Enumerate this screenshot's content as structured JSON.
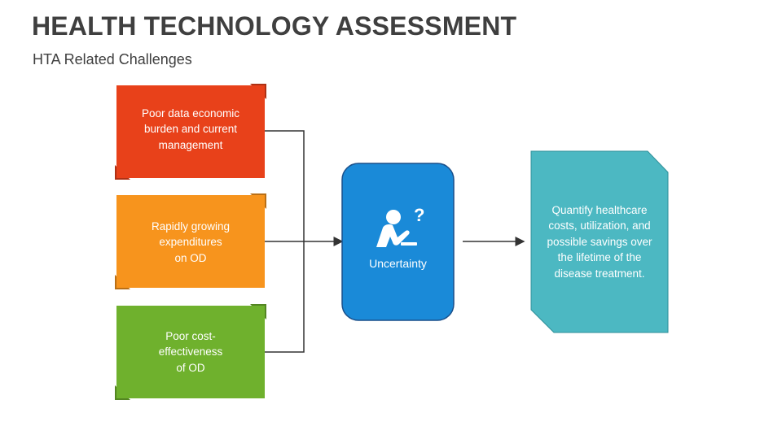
{
  "header": {
    "title": "HEALTH TECHNOLOGY ASSESSMENT",
    "subtitle": "HTA Related Challenges"
  },
  "challenges": [
    {
      "text": "Poor data economic\nburden and current\nmanagement",
      "color": "#e8411a"
    },
    {
      "text": "Rapidly growing\nexpenditures\non OD",
      "color": "#f7941d"
    },
    {
      "text": "Poor cost-\neffectiveness\nof OD",
      "color": "#6fb12d"
    }
  ],
  "center": {
    "label": "Uncertainty",
    "color": "#1a8ad8",
    "icon": "person-question-icon"
  },
  "outcome": {
    "text": "Quantify healthcare\ncosts, utilization, and\npossible savings over\nthe lifetime of the\ndisease treatment.",
    "color": "#4cb8c2"
  },
  "connector_color": "#333333"
}
